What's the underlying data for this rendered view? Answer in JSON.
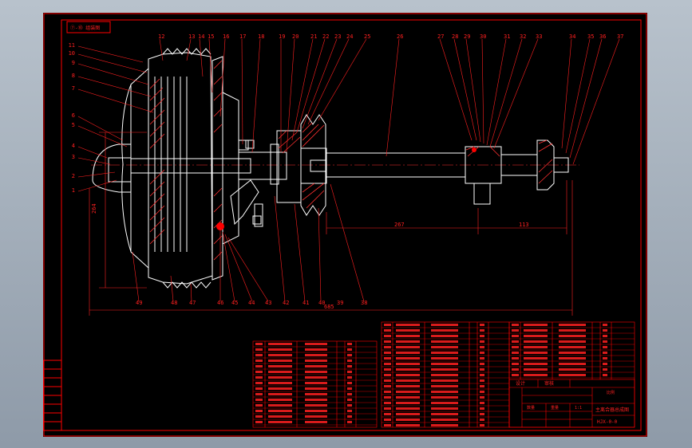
{
  "title_tag": "⑦-⑩ 组装图",
  "part_numbers_top": [
    "12",
    "13",
    "14",
    "15",
    "16",
    "17",
    "18",
    "19",
    "20",
    "21",
    "22",
    "23",
    "24",
    "25",
    "26",
    "27",
    "28",
    "29",
    "30",
    "31",
    "32",
    "33",
    "34",
    "35",
    "36",
    "37"
  ],
  "part_numbers_left": [
    "11",
    "10",
    "9",
    "8",
    "7",
    "6",
    "5",
    "4",
    "3",
    "2",
    "1"
  ],
  "part_numbers_bottom": [
    "49",
    "48",
    "47",
    "46",
    "45",
    "44",
    "43",
    "42",
    "41",
    "40",
    "39",
    "38"
  ],
  "dimensions": {
    "d_left_vertical": "264",
    "d_mid": "267",
    "d_right": "113",
    "d_overall": "685"
  },
  "title_block": {
    "drawing_name": "主离合器总成图",
    "drawing_code": "HJX-0-0",
    "scale_label": "比例",
    "qty_label": "数量",
    "weight_label": "重量",
    "design_label": "设计",
    "check_label": "审核",
    "ratio_value": "1:1"
  },
  "colors": {
    "frame": "#ff0000",
    "line": "#ffffff",
    "hatch": "#ff3030",
    "text_red": "#ff2020"
  }
}
